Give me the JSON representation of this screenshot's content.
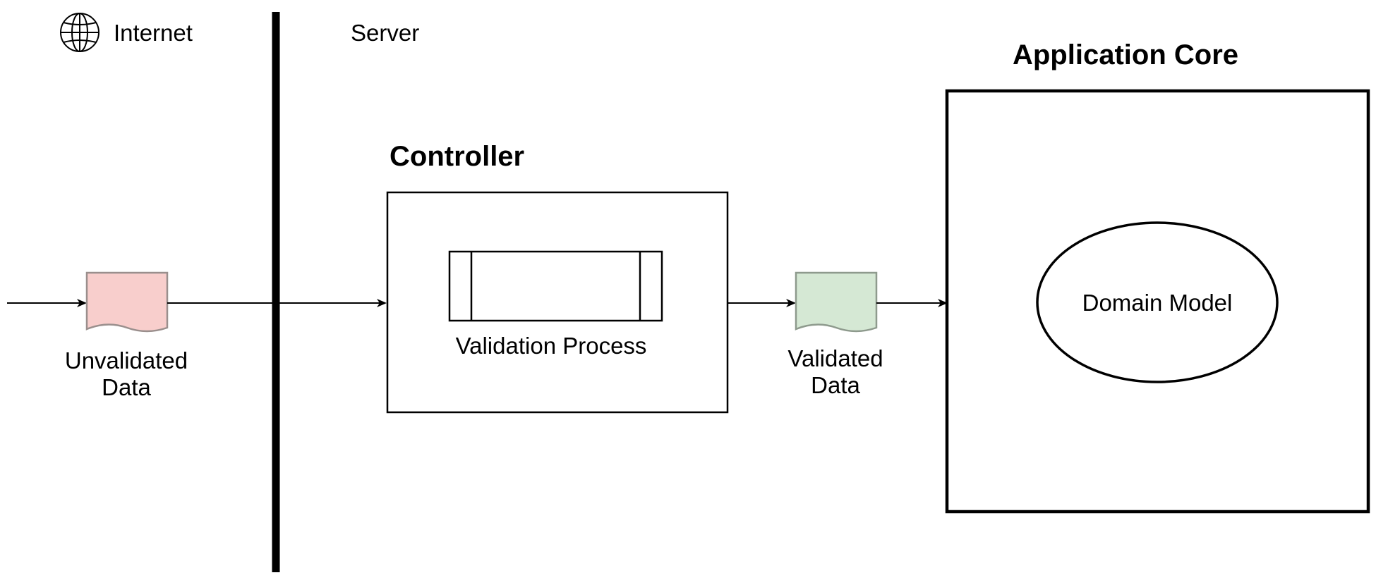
{
  "zones": {
    "internet_label": "Internet",
    "server_label": "Server"
  },
  "controller": {
    "title": "Controller",
    "process_label": "Validation Process"
  },
  "application_core": {
    "title": "Application Core",
    "domain_model_label": "Domain Model"
  },
  "documents": {
    "unvalidated": {
      "line1": "Unvalidated",
      "line2": "Data",
      "fill": "#f8cecc",
      "stroke": "#9a8f8d"
    },
    "validated": {
      "line1": "Validated",
      "line2": "Data",
      "fill": "#d5e8d4",
      "stroke": "#8e9a8d"
    }
  },
  "icons": {
    "internet": "globe-icon"
  }
}
